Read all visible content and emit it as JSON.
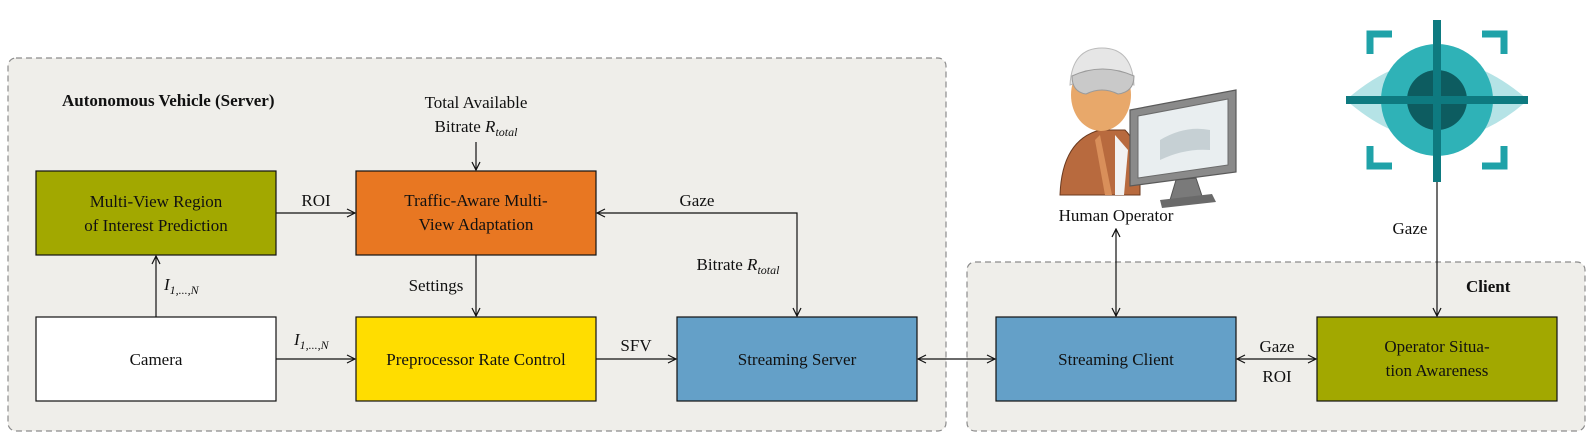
{
  "server_region": {
    "title": "Autonomous Vehicle (Server)"
  },
  "client_region": {
    "title": "Client"
  },
  "boxes": {
    "roi_prediction": {
      "line1": "Multi-View Region",
      "line2": "of Interest Prediction",
      "color": "#a2a800"
    },
    "traffic_adaptation": {
      "line1": "Traffic-Aware Multi-",
      "line2": "View Adaptation",
      "color": "#e87722"
    },
    "camera": {
      "label": "Camera",
      "color": "#ffffff"
    },
    "rate_control": {
      "label": "Preprocessor Rate Control",
      "color": "#ffdd00"
    },
    "streaming_server": {
      "label": "Streaming Server",
      "color": "#64a0c8"
    },
    "streaming_client": {
      "label": "Streaming Client",
      "color": "#64a0c8"
    },
    "situation_awareness": {
      "line1": "Operator Situa-",
      "line2": "tion Awareness",
      "color": "#a2a800"
    }
  },
  "labels": {
    "total_bitrate_line1": "Total Available",
    "total_bitrate_line2": "Bitrate",
    "r_symbol": "R",
    "r_subscript": "total",
    "roi": "ROI",
    "gaze": "Gaze",
    "bitrate": "Bitrate",
    "settings": "Settings",
    "frames_symbol": "I",
    "frames_subscript": "1,...,N",
    "sfv": "SFV",
    "human_operator": "Human Operator",
    "gaze_client": "Gaze",
    "gaze_bidir": "Gaze",
    "roi_bidir": "ROI"
  },
  "icons": {
    "operator": "human-operator-icon",
    "eye": "eye-tracking-icon"
  }
}
